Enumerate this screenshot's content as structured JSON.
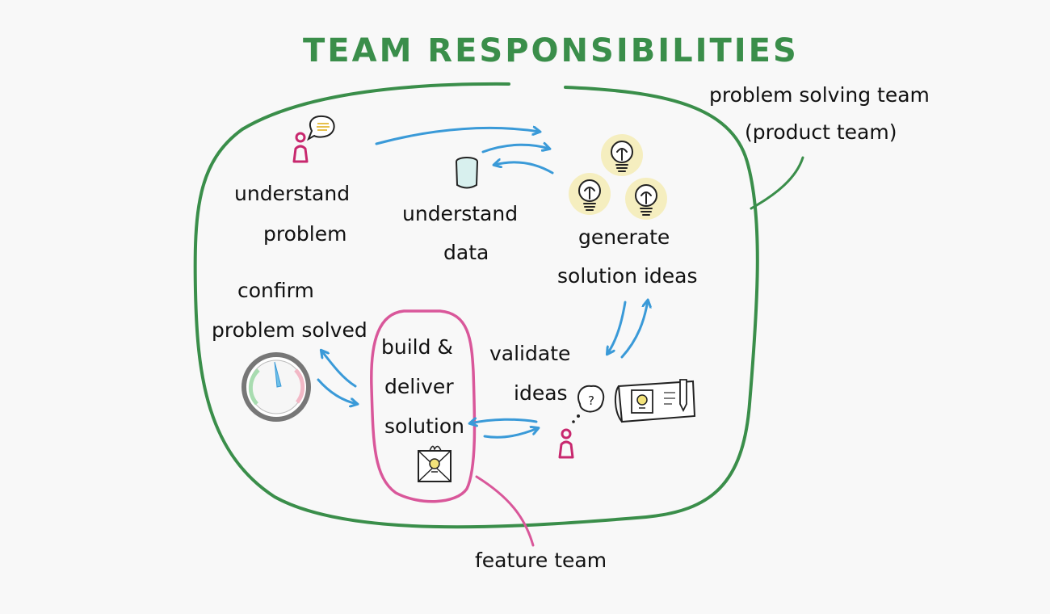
{
  "title": "TEAM RESPONSIBILITIES",
  "team_label_line1": "problem solving team",
  "team_label_line2": "(product team)",
  "nodes": {
    "understand_problem": [
      "understand",
      "problem"
    ],
    "understand_data": [
      "understand",
      "data"
    ],
    "generate_ideas": [
      "generate",
      "solution ideas"
    ],
    "validate_ideas": [
      "validate",
      "ideas"
    ],
    "build_deliver": [
      "build &",
      "deliver",
      "solution"
    ],
    "confirm_solved": [
      "confirm",
      "problem solved"
    ]
  },
  "feature_team_label": "feature team",
  "colors": {
    "team_outline": "#3a8e4a",
    "feature_outline": "#d9579a",
    "arrows": "#3a9ad8",
    "person": "#c8286e",
    "bulb_glow": "#f2e27a"
  },
  "icons": [
    "person-speaking-icon",
    "data-cylinder-icon",
    "lightbulb-icon",
    "person-thinking-icon",
    "blueprint-icon",
    "package-icon",
    "gauge-icon"
  ]
}
